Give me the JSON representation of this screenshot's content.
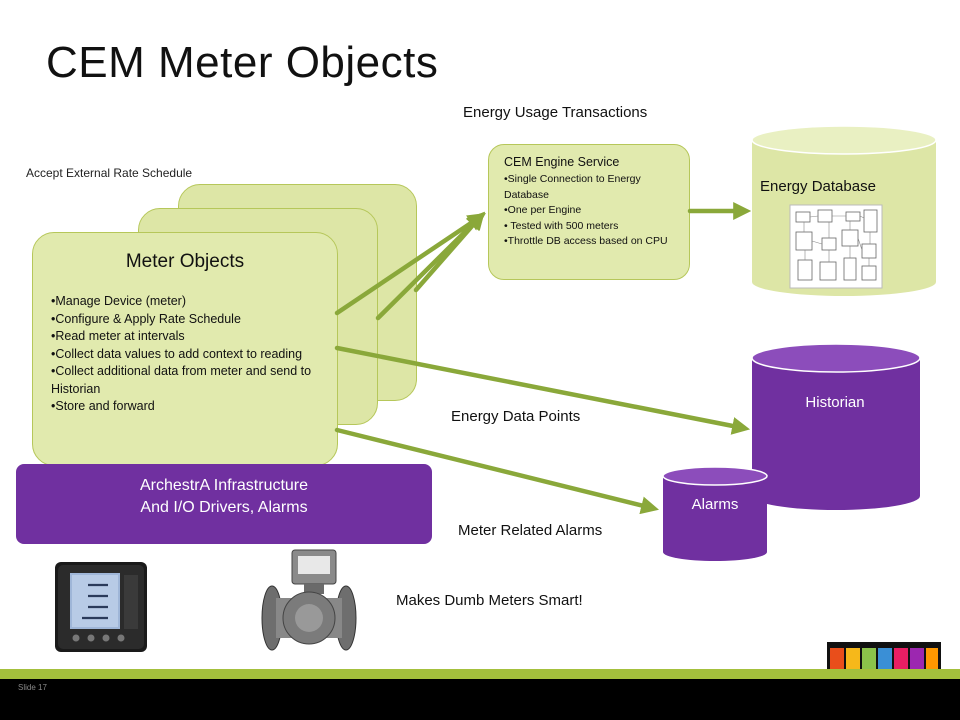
{
  "slide": {
    "title": "CEM Meter Objects",
    "slide_number": "Slide 17"
  },
  "labels": {
    "energy_usage": "Energy Usage Transactions",
    "accept_rate": "Accept External Rate Schedule",
    "energy_data_points": "Energy Data Points",
    "meter_alarms": "Meter Related Alarms",
    "tagline": "Makes Dumb Meters Smart!"
  },
  "meter_objects": {
    "title": "Meter Objects",
    "items": [
      "•Manage Device (meter)",
      "•Configure & Apply Rate Schedule",
      "•Read meter at intervals",
      "•Collect data values to add context to reading",
      "•Collect additional data from meter and send to Historian",
      "•Store and forward"
    ]
  },
  "engine": {
    "title": "CEM Engine Service",
    "items": [
      "•Single Connection to Energy Database",
      "•One per Engine",
      "• Tested with 500 meters",
      "•Throttle DB access based on CPU"
    ]
  },
  "infrastructure": {
    "line1": "ArchestrA Infrastructure",
    "line2": "And I/O Drivers, Alarms"
  },
  "databases": {
    "energy": "Energy Database",
    "historian": "Historian",
    "alarms": "Alarms"
  },
  "colors": {
    "green_fill": "#dde6a6",
    "green_arrow": "#8aa83a",
    "purple": "#7030a0",
    "footer_green": "#a4c03c"
  }
}
